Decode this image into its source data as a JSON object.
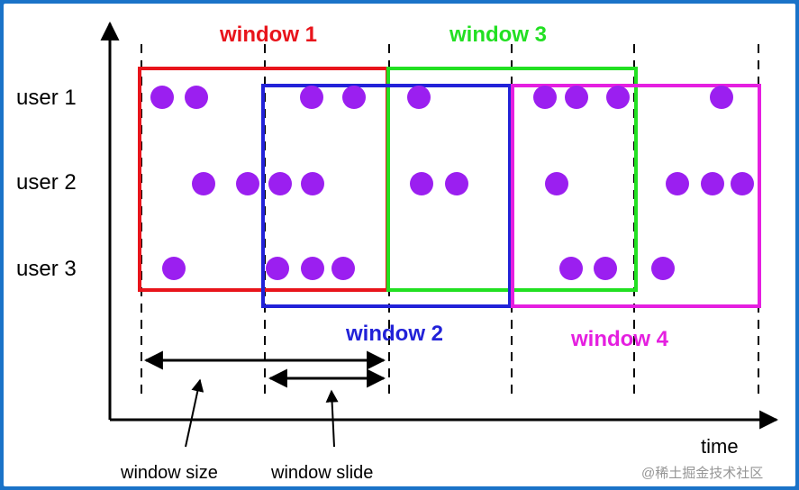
{
  "rows": [
    {
      "label": "user 1",
      "events": [
        176,
        214,
        342,
        389,
        461,
        601,
        636,
        682,
        797
      ]
    },
    {
      "label": "user 2",
      "events": [
        222,
        271,
        307,
        343,
        464,
        503,
        614,
        748,
        787,
        820
      ]
    },
    {
      "label": "user 3",
      "events": [
        189,
        304,
        343,
        377,
        630,
        668,
        732
      ]
    }
  ],
  "windows": [
    {
      "label": "window 1",
      "color": "#e8141b"
    },
    {
      "label": "window 2",
      "color": "#2222d8"
    },
    {
      "label": "window 3",
      "color": "#22e022"
    },
    {
      "label": "window 4",
      "color": "#e51fe0"
    }
  ],
  "event_color": "#9b1ff0",
  "axis": {
    "x_label": "time"
  },
  "annotations": {
    "window_size": "window size",
    "window_slide": "window slide"
  },
  "watermark": "@稀土掘金技术社区"
}
